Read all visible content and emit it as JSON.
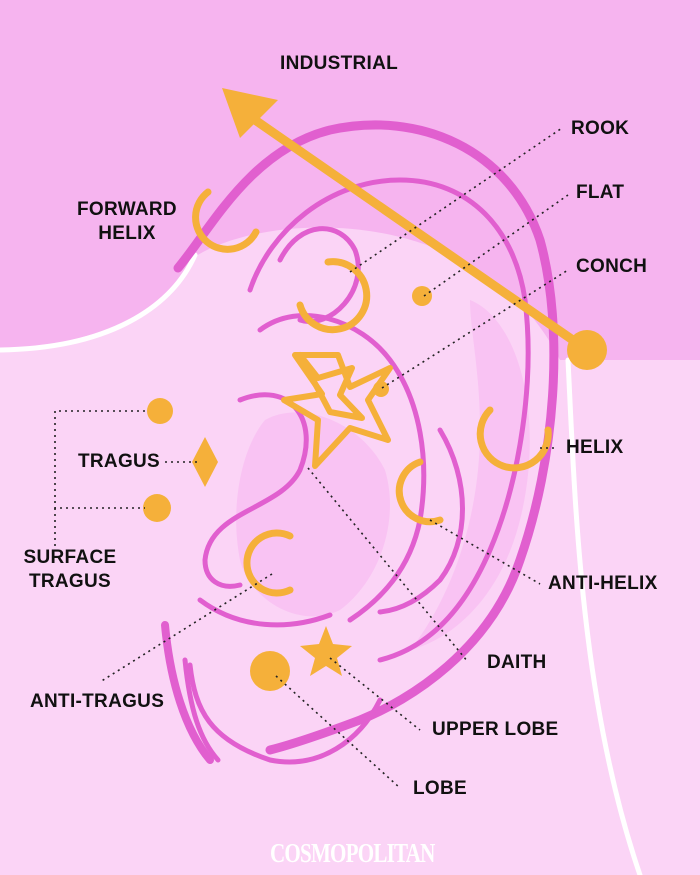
{
  "colors": {
    "background": "#fbd4f6",
    "head_shape": "#f6b4ef",
    "ear_outline": "#e15fcf",
    "jewelry": "#f5b03a",
    "text": "#111111",
    "leader_lines": "#222222"
  },
  "labels": {
    "industrial": "INDUSTRIAL",
    "rook": "ROOK",
    "forward_helix_line1": "FORWARD",
    "forward_helix_line2": "HELIX",
    "flat": "FLAT",
    "conch": "CONCH",
    "tragus": "TRAGUS",
    "helix": "HELIX",
    "surface_tragus_line1": "SURFACE",
    "surface_tragus_line2": "TRAGUS",
    "anti_helix": "ANTI-HELIX",
    "daith": "DAITH",
    "anti_tragus": "ANTI-TRAGUS",
    "upper_lobe": "UPPER LOBE",
    "lobe": "LOBE"
  },
  "brand": "COSMOPOLITAN"
}
